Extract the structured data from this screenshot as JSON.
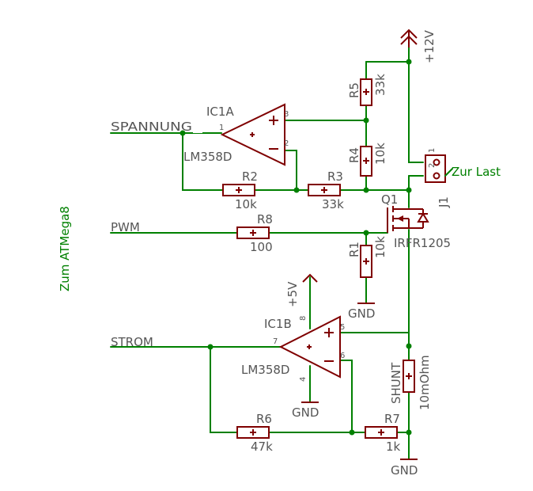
{
  "nets": {
    "spannung": "SPANNUNG",
    "pwm": "PWM",
    "strom": "STROM",
    "plus12": "+12V",
    "plus5": "+5V",
    "gnd": "GND"
  },
  "side_label": "Zum ATMega8",
  "zur_last": "Zur Last",
  "parts": {
    "ic1a": {
      "name": "IC1A",
      "value": "LM358D",
      "pin_out": "1",
      "pin_plus": "3",
      "pin_minus": "2"
    },
    "ic1b": {
      "name": "IC1B",
      "value": "LM358D",
      "pin_out": "7",
      "pin_plus": "5",
      "pin_minus": "6",
      "pin_vcc": "8",
      "pin_gnd": "4"
    },
    "r1": {
      "name": "R1",
      "value": "10k"
    },
    "r2": {
      "name": "R2",
      "value": "10k"
    },
    "r3": {
      "name": "R3",
      "value": "33k"
    },
    "r4": {
      "name": "R4",
      "value": "10k"
    },
    "r5": {
      "name": "R5",
      "value": "33k"
    },
    "r6": {
      "name": "R6",
      "value": "47k"
    },
    "r7": {
      "name": "R7",
      "value": "1k"
    },
    "r8": {
      "name": "R8",
      "value": "100"
    },
    "shunt": {
      "name": "SHUNT",
      "value": "10mOhm"
    },
    "q1": {
      "name": "Q1",
      "value": "IRFR1205"
    },
    "j1": {
      "name": "J1",
      "pin1": "1",
      "pin2": "2"
    }
  },
  "colors": {
    "wire": "#008000",
    "part": "#7f0000",
    "text": "#555555"
  }
}
